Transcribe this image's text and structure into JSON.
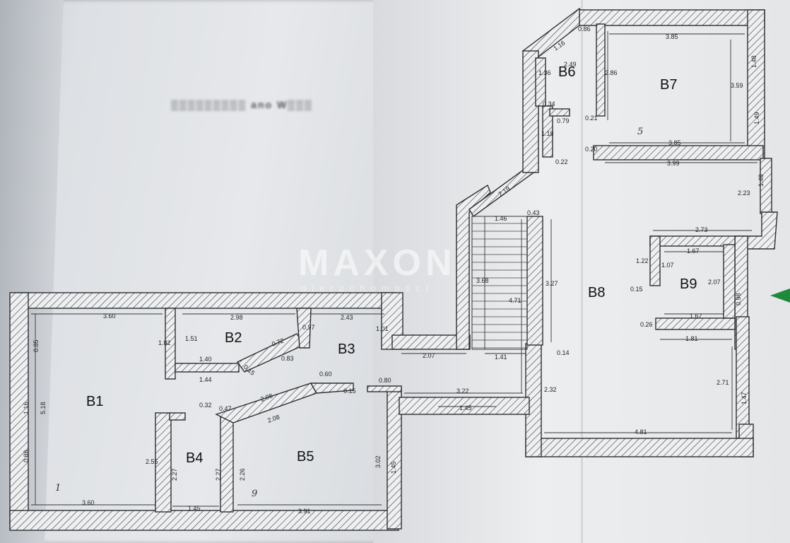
{
  "document": {
    "printed_header": "▒▒▒▒▒▒▒▒▒ ano W▒▒▒",
    "watermark": {
      "brand": "MAXON",
      "sub": "nieruchomości"
    },
    "rooms": {
      "b1": "B1",
      "b2": "B2",
      "b3": "B3",
      "b4": "B4",
      "b5": "B5",
      "b6": "B6",
      "b7": "B7",
      "b8": "B8",
      "b9": "B9"
    },
    "handwritten": {
      "h1": "1",
      "h2": "9",
      "h3": "5"
    },
    "dimensions": {
      "b1_top": "3.60",
      "b1_bottom": "3.60",
      "b1_left_0_85": "0.85",
      "b1_left_5_18": "5.18",
      "b1_left_1_16": "1.16",
      "b1_left_0_86": "0.86",
      "b1_right_1_82": "1.82",
      "b1_right_2_55": "2.55",
      "b2_top": "2.98",
      "b2_1_51": "1.51",
      "b2_1_40": "1.40",
      "b2_1_44": "1.44",
      "b2_0_72": "0.72",
      "b2_0_15": "0.15",
      "b2_0_83": "0.83",
      "b2_0_97": "0.97",
      "b3_2_43": "2.43",
      "b3_1_01": "1.01",
      "b3_0_60": "0.60",
      "b3_0_15": "0.15",
      "b3_0_80": "0.80",
      "b3_2_08a": "2.08",
      "b3_2_08b": "2.08",
      "b3_0_32": "0.32",
      "b3_0_47": "0.47",
      "b4_2_27a": "2.27",
      "b4_2_27b": "2.27",
      "b4_1_45": "1.45",
      "b5_2_26": "2.26",
      "b5_3_91": "3.91",
      "b5_3_02": "3.02",
      "b5_1_45": "1.45",
      "corr_2_07": "2.07",
      "corr_1_41": "1.41",
      "corr_3_22": "3.22",
      "corr_1_45": "1.45",
      "stair_1_46": "1.46",
      "stair_0_43": "0.43",
      "stair_3_68": "3.68",
      "stair_4_71": "4.71",
      "stair_3_27": "3.27",
      "stair_2_19": "2.19",
      "stair_0_14": "0.14",
      "b6_0_86": "0.86",
      "b6_1_16": "1.16",
      "b6_1_36": "1.36",
      "b6_2_49": "2.49",
      "b6_0_34": "0.34",
      "b6_0_79": "0.79",
      "b6_1_18": "1.18",
      "b6_0_22": "0.22",
      "b7_3_85a": "3.85",
      "b7_2_86": "2.86",
      "b7_1_48": "1.48",
      "b7_3_59": "3.59",
      "b7_1_49": "1.49",
      "b7_0_21": "0.21",
      "b7_0_20": "0.20",
      "b7_3_85b": "3.85",
      "b7_3_99": "3.99",
      "b8_1_48": "1.48",
      "b8_2_23": "2.23",
      "b8_2_73": "2.73",
      "b8_2_32": "2.32",
      "b8_4_81": "4.81",
      "b8_2_71": "2.71",
      "b8_1_47": "1.47",
      "b9_1_22": "1.22",
      "b9_1_67a": "1.67",
      "b9_1_07": "1.07",
      "b9_2_07": "2.07",
      "b9_0_15": "0.15",
      "b9_0_98": "0.98",
      "b9_0_26": "0.26",
      "b9_1_67b": "1.67",
      "b9_1_81": "1.81"
    },
    "colors": {
      "paper": "#e8eaec",
      "wall_ink": "#2c2f31",
      "marker": "#1e8a3a"
    }
  }
}
